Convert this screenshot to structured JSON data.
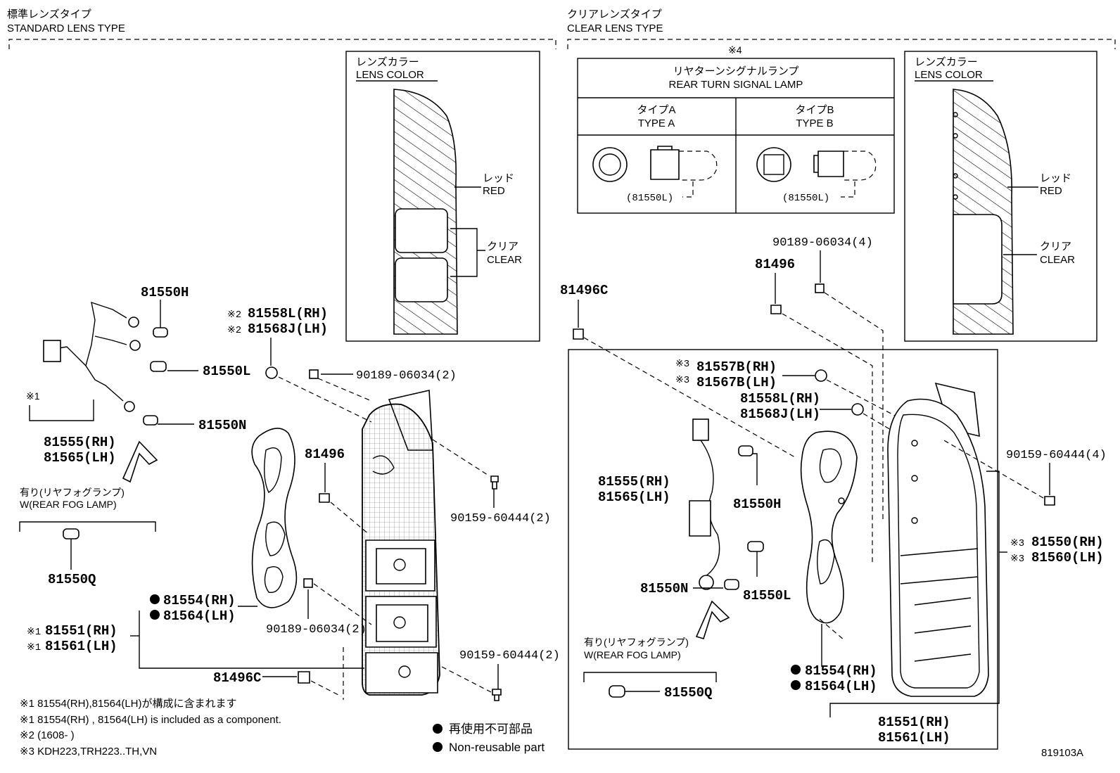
{
  "standard": {
    "title_ja": "標準レンズタイプ",
    "title_en": "STANDARD LENS TYPE",
    "lens_color_ja": "レンズカラー",
    "lens_color_en": "LENS COLOR",
    "red_ja": "レッド",
    "red_en": "RED",
    "clear_ja": "クリア",
    "clear_en": "CLEAR",
    "parts": {
      "p81550H": "81550H",
      "p81550L": "81550L",
      "p81550N": "81550N",
      "p81555": "81555(RH)",
      "p81565": "81565(LH)",
      "mark1": "※1",
      "fog_ja": "有り(リヤフォグランプ)",
      "fog_en": "W(REAR FOG LAMP)",
      "p81550Q": "81550Q",
      "p81558L": "81558L(RH)",
      "p81568J": "81568J(LH)",
      "mark2": "※2",
      "p90189a": "90189-06034(2)",
      "p81496": "81496",
      "p90159a": "90159-60444(2)",
      "p81554": "81554(RH)",
      "p81564": "81564(LH)",
      "p81551": "81551(RH)",
      "p81561": "81561(LH)",
      "p90189b": "90189-06034(2)",
      "p81496C": "81496C",
      "p90159b": "90159-60444(2)"
    }
  },
  "clear": {
    "title_ja": "クリアレンズタイプ",
    "title_en": "CLEAR LENS TYPE",
    "mark4": "※4",
    "rtsl_ja": "リヤターンシグナルランプ",
    "rtsl_en": "REAR TURN SIGNAL LAMP",
    "typeA_ja": "タイプA",
    "typeA_en": "TYPE A",
    "typeB_ja": "タイプB",
    "typeB_en": "TYPE B",
    "bulbA": "(81550L)",
    "bulbB": "(81550L)",
    "lens_color_ja": "レンズカラー",
    "lens_color_en": "LENS COLOR",
    "red_ja": "レッド",
    "red_en": "RED",
    "clear_ja": "クリア",
    "clear_en": "CLEAR",
    "parts": {
      "p90189": "90189-06034(4)",
      "p81496": "81496",
      "p81496C": "81496C",
      "p81557B": "81557B(RH)",
      "p81567B": "81567B(LH)",
      "mark3": "※3",
      "p81558L": "81558L(RH)",
      "p81568J": "81568J(LH)",
      "p81555": "81555(RH)",
      "p81565": "81565(LH)",
      "p81550H": "81550H",
      "p81550N": "81550N",
      "p81550L": "81550L",
      "p90159": "90159-60444(4)",
      "p81550": "81550(RH)",
      "p81560": "81560(LH)",
      "fog_ja": "有り(リヤフォグランプ)",
      "fog_en": "W(REAR FOG LAMP)",
      "p81550Q": "81550Q",
      "p81554": "81554(RH)",
      "p81564": "81564(LH)",
      "p81551": "81551(RH)",
      "p81561": "81561(LH)"
    }
  },
  "notes": {
    "n1_ja": "※1 81554(RH),81564(LH)が構成に含まれます",
    "n1_en": "※1 81554(RH) , 81564(LH) is included as a component.",
    "n2": "※2 (1608-        )",
    "n3": "※3 KDH223,TRH223..TH,VN",
    "legend_ja": "再使用不可部品",
    "legend_en": "Non-reusable part"
  },
  "figure_id": "819103A"
}
